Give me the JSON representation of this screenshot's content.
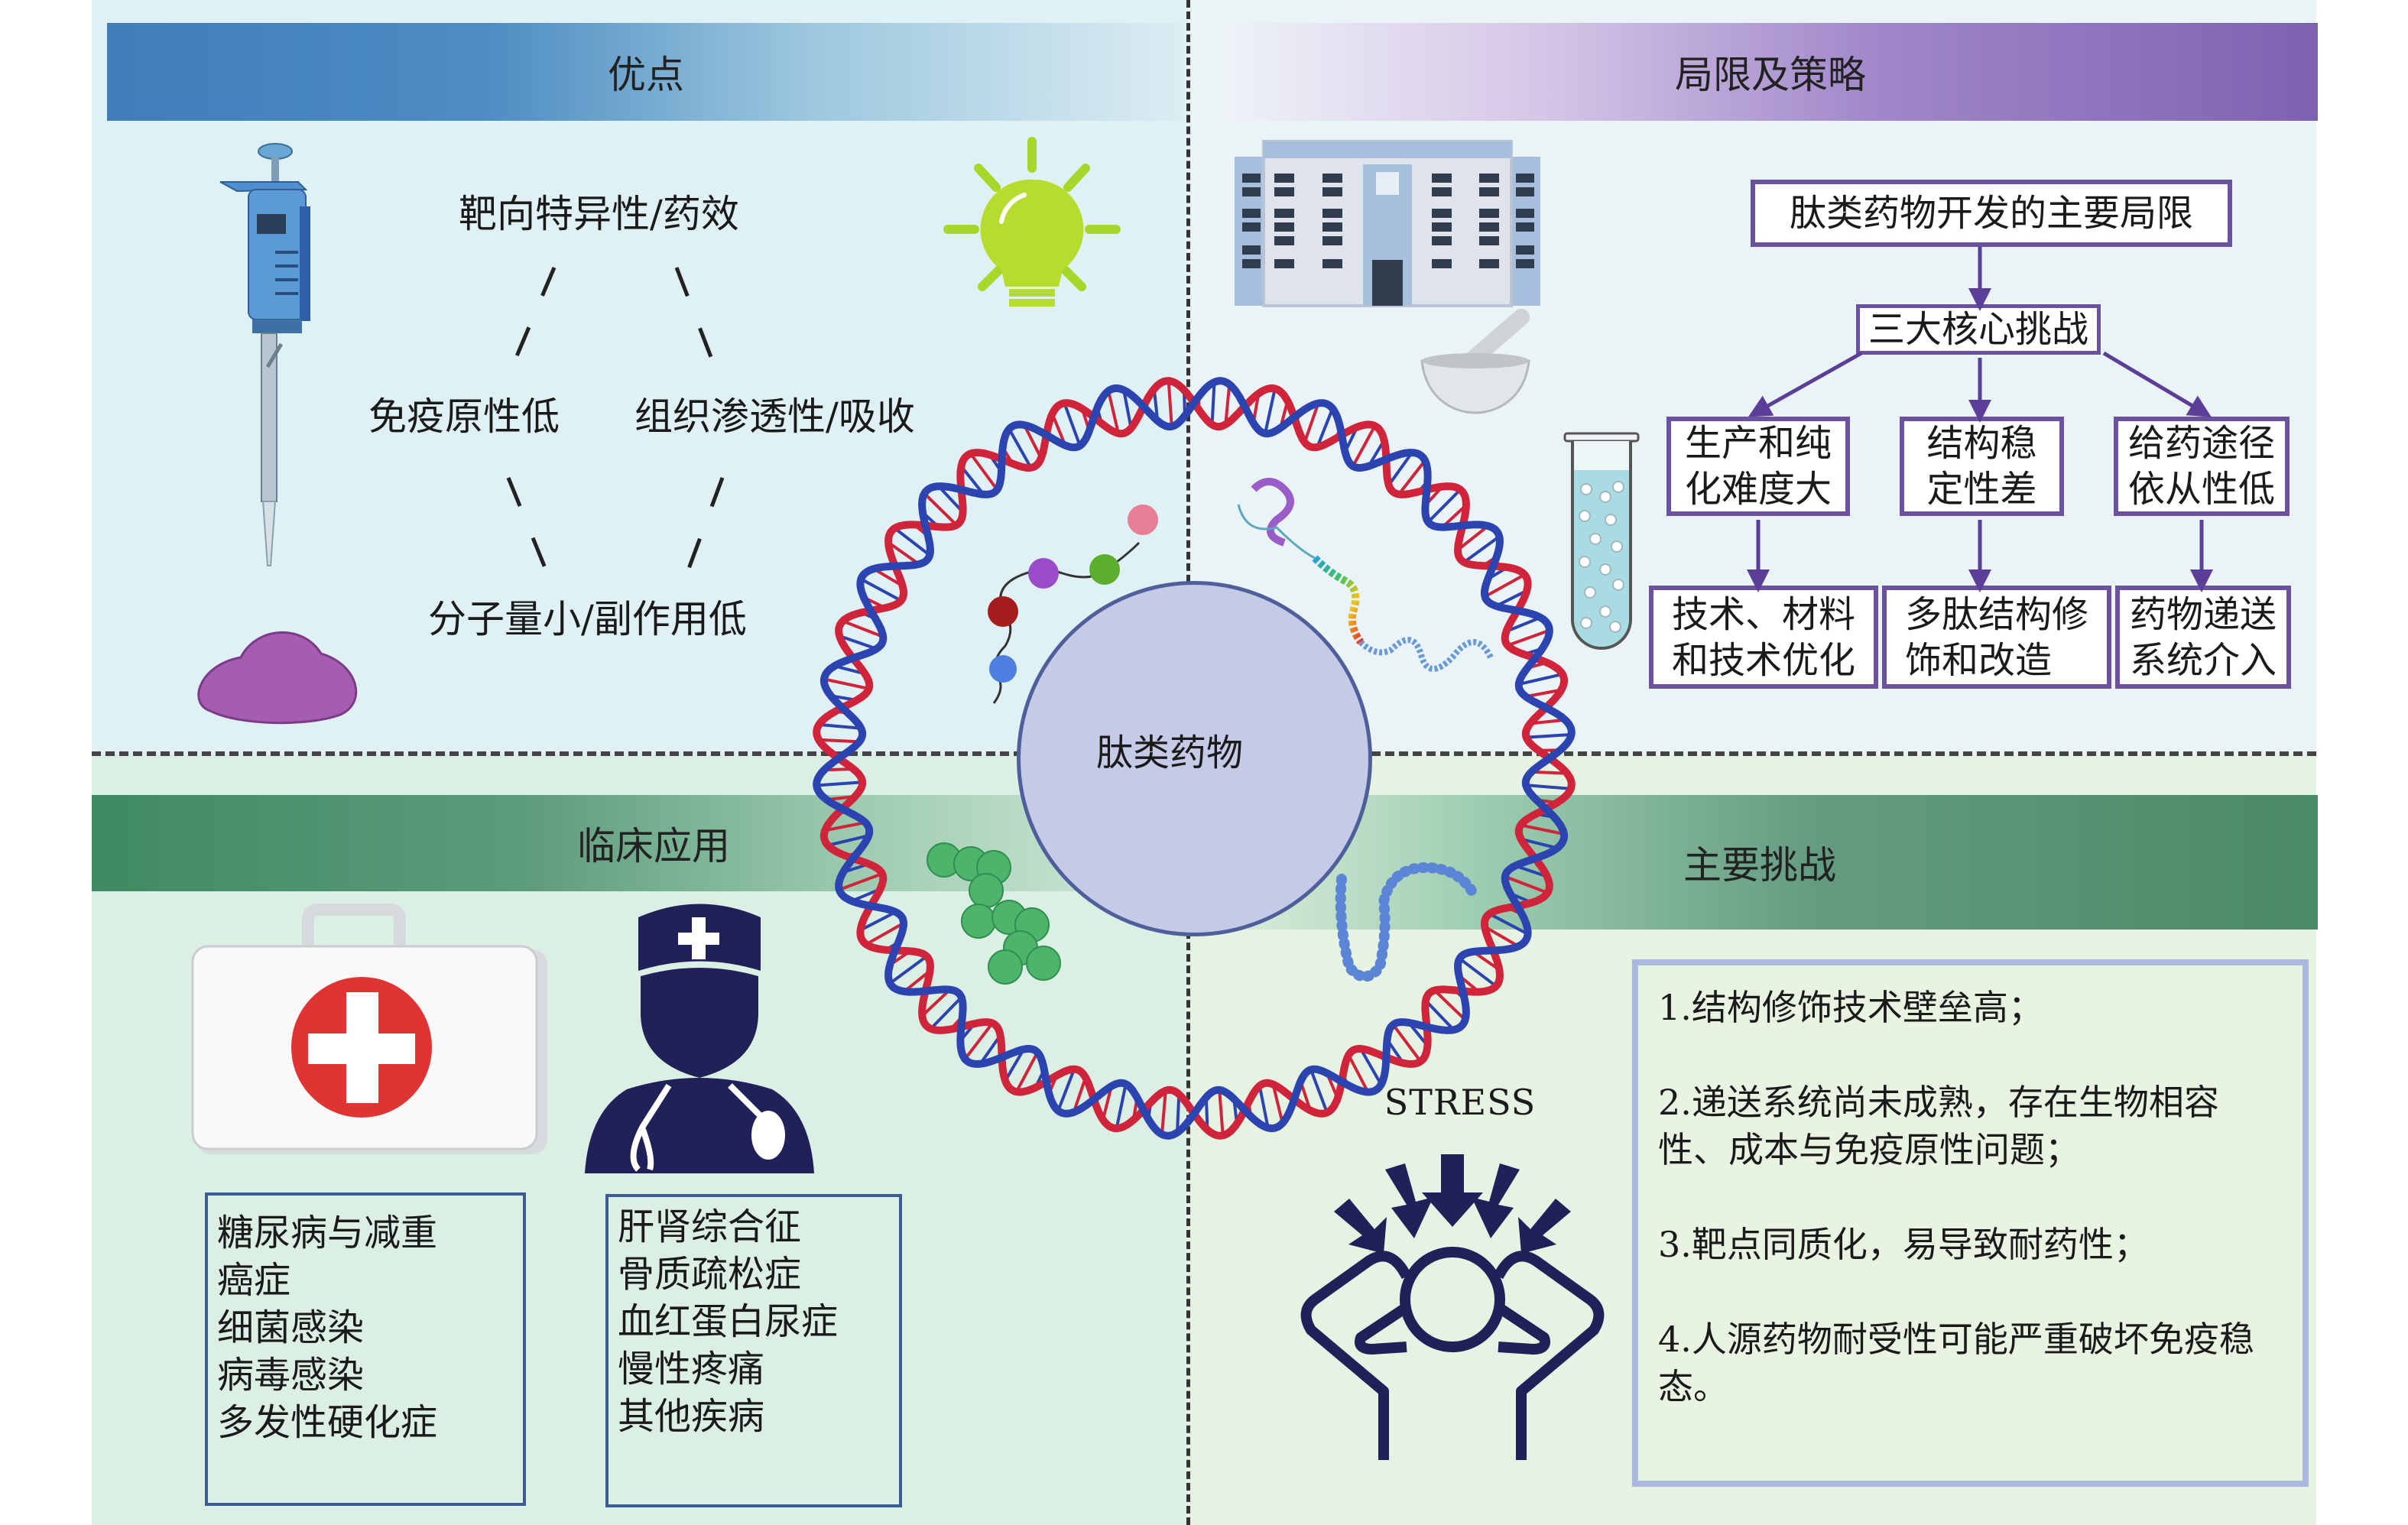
{
  "center": {
    "label": "肽类药物"
  },
  "advantages": {
    "header": "优点",
    "items": [
      "靶向特异性/药效",
      "免疫原性低",
      "组织渗透性/吸收",
      "分子量小/副作用低"
    ]
  },
  "limitations": {
    "header": "局限及策略",
    "flowchart": {
      "root": "肽类药物开发的主要局限",
      "core": "三大核心挑战",
      "challenges": [
        {
          "problem": [
            "生产和纯",
            "化难度大"
          ],
          "strategy": [
            "技术、材料",
            "和技术优化"
          ]
        },
        {
          "problem": [
            "结构稳",
            "定性差"
          ],
          "strategy": [
            "多肽结构修",
            "饰和改造"
          ]
        },
        {
          "problem": [
            "给药途径",
            "依从性低"
          ],
          "strategy": [
            "药物递送",
            "系统介入"
          ]
        }
      ]
    }
  },
  "clinical": {
    "header": "临床应用",
    "list_left": [
      "糖尿病与减重",
      "癌症",
      "细菌感染",
      "病毒感染",
      "多发性硬化症"
    ],
    "list_right": [
      "肝肾综合征",
      "骨质疏松症",
      "血红蛋白尿症",
      "慢性疼痛",
      "其他疾病"
    ]
  },
  "challenges": {
    "header": "主要挑战",
    "stress_label": "STRESS",
    "items": [
      "1.结构修饰技术壁垒高；",
      "2.递送系统尚未成熟，存在生物相容性、成本与免疫原性问题；",
      "3.靶点同质化，易导致耐药性；",
      "4.人源药物耐受性可能严重破坏免疫稳态。"
    ]
  },
  "colors": {
    "advantages_header": "#3f7dbb",
    "limitations_header": "#7e62b1",
    "clinical_header": "#3f8a62",
    "challenges_header": "#4a8a64",
    "dna_red": "#d0243a",
    "dna_blue": "#2b44b0",
    "center_circle": "#c5cae6",
    "flowchart_border": "#6a52a0",
    "icon_navy": "#1f2158"
  }
}
